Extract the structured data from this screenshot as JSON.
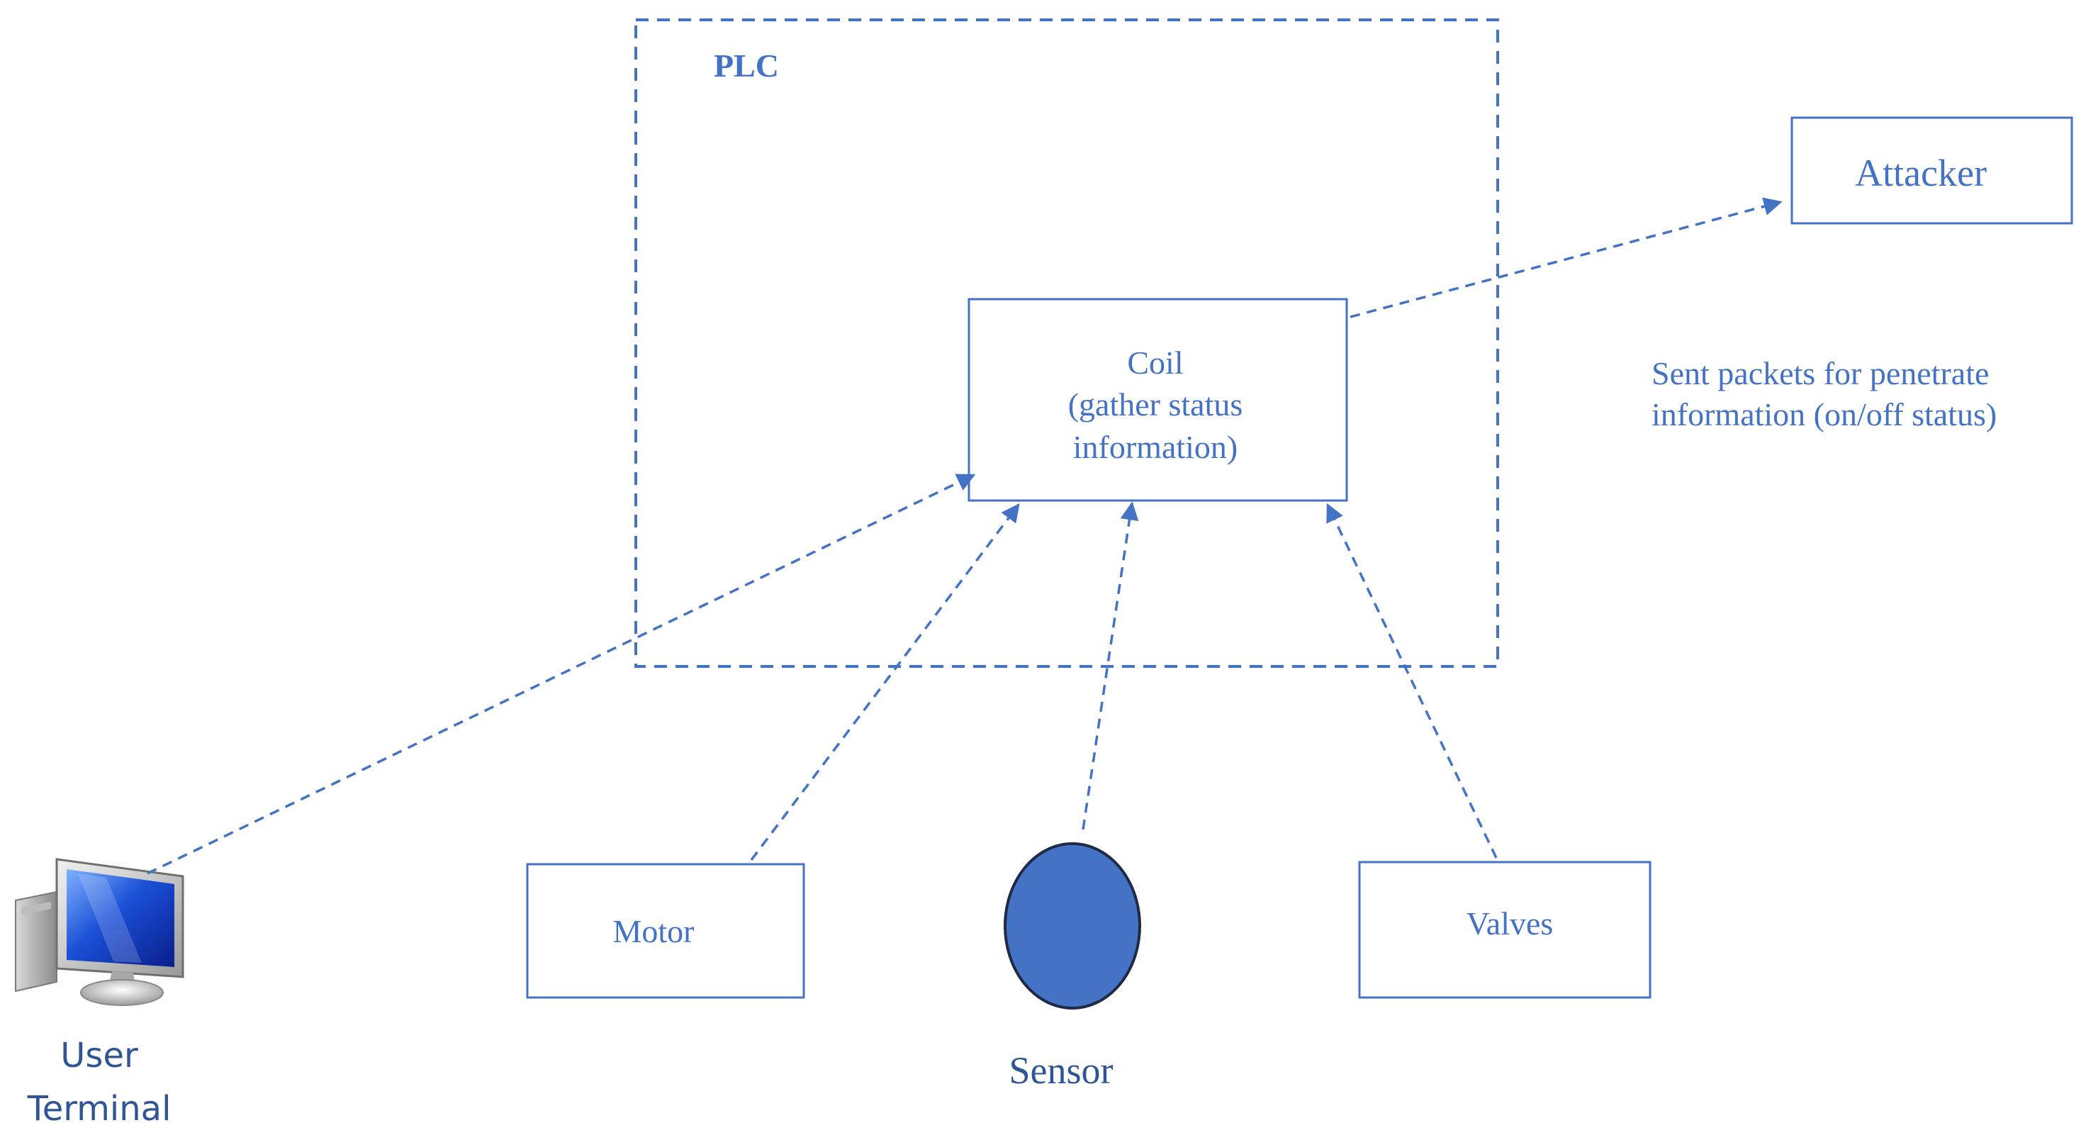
{
  "colors": {
    "accent": "#4472C4",
    "sensor_fill": "#4472C4",
    "sensor_stroke": "#1F2A44",
    "box_stroke": "#4472C4",
    "text": "#4472C4",
    "terminal_label": "#2F5597",
    "sensor_label": "#2F5597"
  },
  "plc": {
    "title": "PLC"
  },
  "coil": {
    "line1": "Coil",
    "line2": "(gather status",
    "line3": "information)"
  },
  "attacker": {
    "label": "Attacker"
  },
  "annotation": {
    "line1": "Sent packets for penetrate",
    "line2": "information (on/off status)"
  },
  "motor": {
    "label": "Motor"
  },
  "sensor": {
    "label": "Sensor"
  },
  "valves": {
    "label": "Valves"
  },
  "terminal": {
    "line1": "User",
    "line2": "Terminal",
    "icon": "computer-monitor-icon"
  }
}
